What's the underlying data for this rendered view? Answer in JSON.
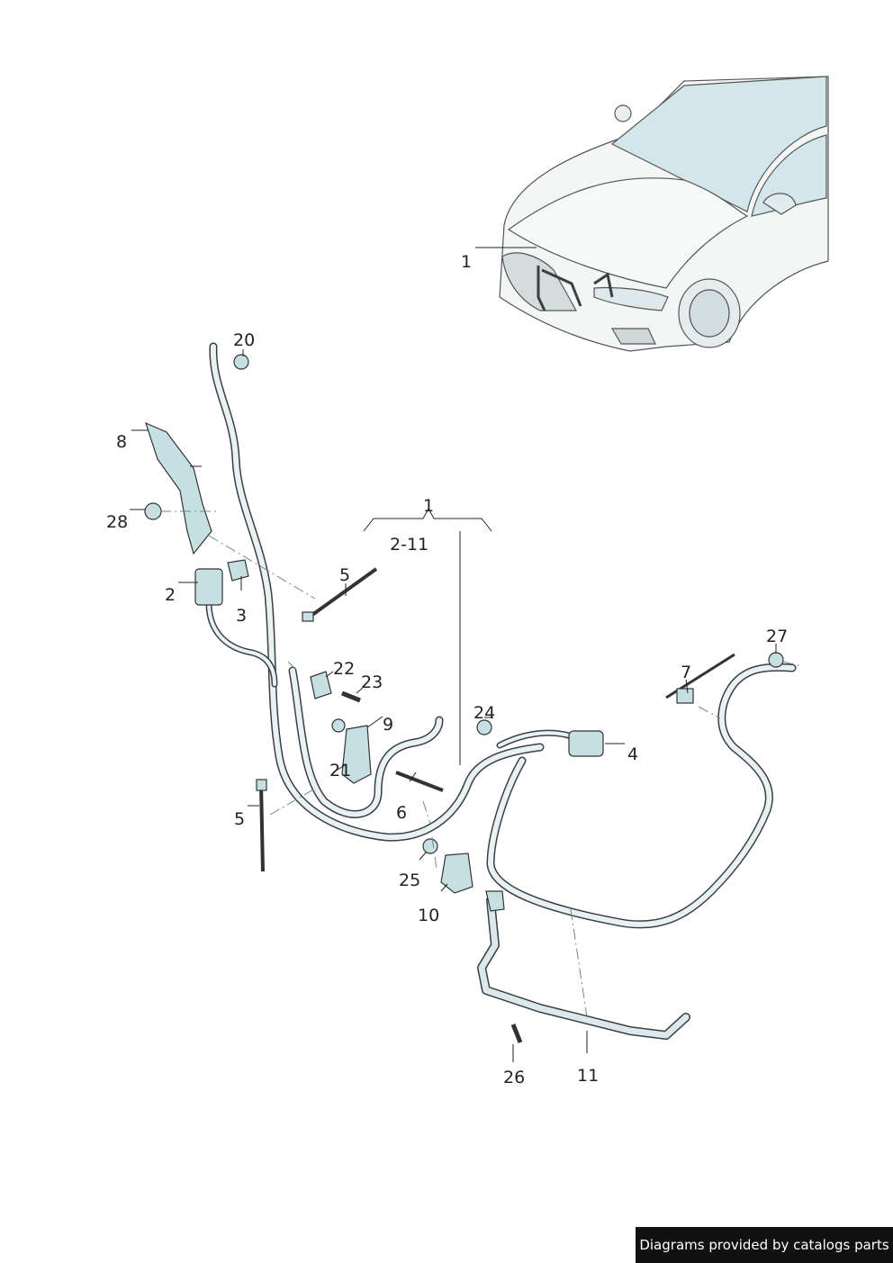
{
  "diagram": {
    "callouts": [
      {
        "id": "1a",
        "text": "1"
      },
      {
        "id": "1b",
        "text": "1"
      },
      {
        "id": "range",
        "text": "2-11"
      },
      {
        "id": "2",
        "text": "2"
      },
      {
        "id": "3",
        "text": "3"
      },
      {
        "id": "4",
        "text": "4"
      },
      {
        "id": "5a",
        "text": "5"
      },
      {
        "id": "5b",
        "text": "5"
      },
      {
        "id": "6",
        "text": "6"
      },
      {
        "id": "7",
        "text": "7"
      },
      {
        "id": "8",
        "text": "8"
      },
      {
        "id": "9",
        "text": "9"
      },
      {
        "id": "10",
        "text": "10"
      },
      {
        "id": "11",
        "text": "11"
      },
      {
        "id": "20",
        "text": "20"
      },
      {
        "id": "21",
        "text": "21"
      },
      {
        "id": "22",
        "text": "22"
      },
      {
        "id": "23",
        "text": "23"
      },
      {
        "id": "24",
        "text": "24"
      },
      {
        "id": "25",
        "text": "25"
      },
      {
        "id": "26",
        "text": "26"
      },
      {
        "id": "27",
        "text": "27"
      },
      {
        "id": "28",
        "text": "28"
      }
    ]
  },
  "footer": {
    "text": "Diagrams provided by catalogs parts"
  },
  "colors": {
    "cable": "#3a3f44",
    "cable_fill": "#e8f2f3",
    "part_fill": "#c6dfe3",
    "car_glass": "#d3e6ea",
    "line": "#222222"
  }
}
